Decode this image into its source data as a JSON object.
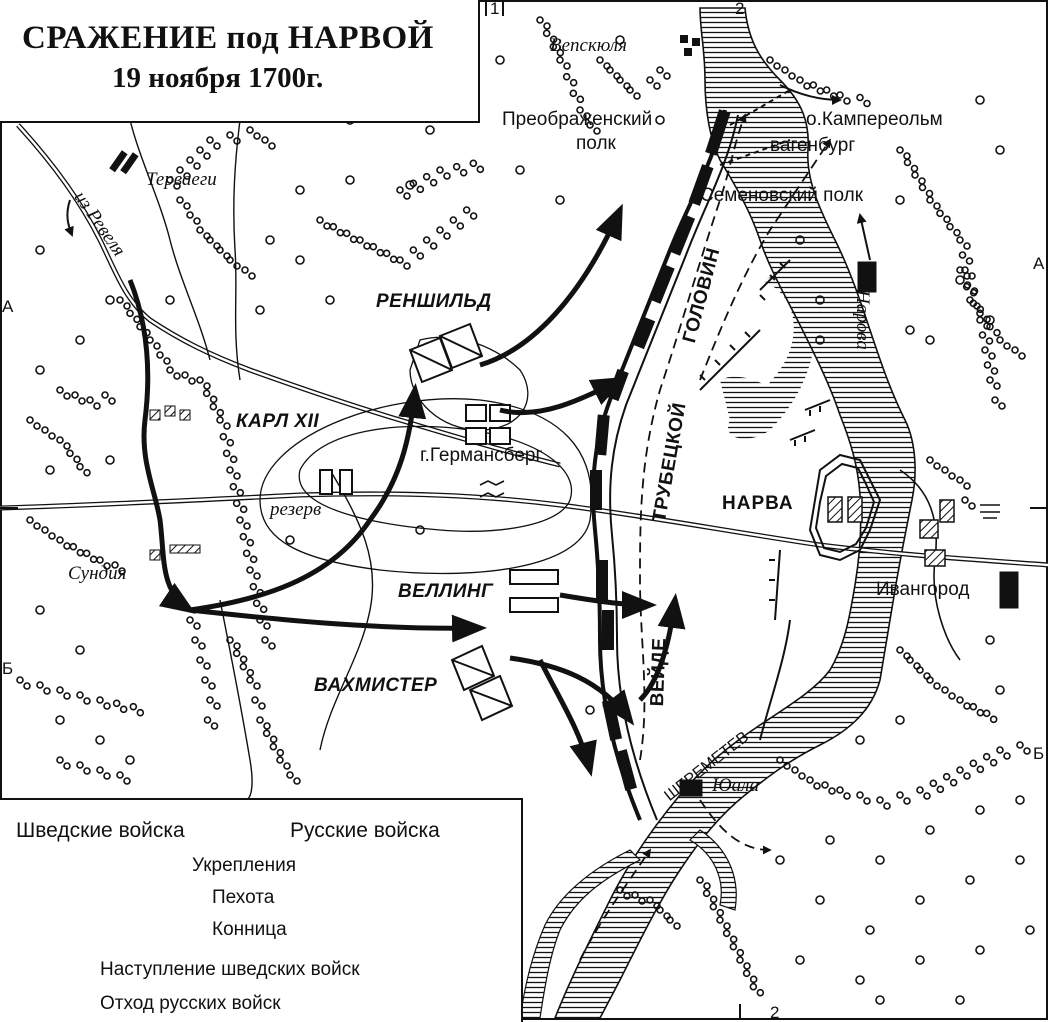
{
  "title": {
    "line1": "СРАЖЕНИЕ под НАРВОЙ",
    "line2": "19 ноября 1700г."
  },
  "grid": {
    "top_numbers": [
      "1",
      "2"
    ],
    "bottom_number": "2",
    "left_letters": [
      "А",
      "Б"
    ],
    "right_letters": [
      "А",
      "Б"
    ]
  },
  "places": {
    "vepskyulya": "Вепскюля",
    "tervaegi": "Терваеги",
    "iz_revelya": "из Ревеля",
    "sundiya": "Сундия",
    "kampereolm": "о.Кампереольм",
    "vagenburg": "вагенбург",
    "germansberg": "г.Германсберг",
    "narva_city": "НАРВА",
    "ivangorod": "Ивангород",
    "yuala": "Юала",
    "narova": "Нарова",
    "rezerv": "резерв"
  },
  "swedish_units": {
    "renshild": "РЕНШИЛЬД",
    "karl": "КАРЛ XII",
    "velling": "ВЕЛЛИНГ",
    "vakhmister": "ВАХМИСТЕР"
  },
  "russian_units": {
    "preobrazhensky": "Преображенский",
    "preobrazhensky2": "полк",
    "semenovsky": "Семеновский полк",
    "golovin": "ГОЛОВИН",
    "trubetskoy": "ТРУБЕЦКОЙ",
    "veide": "ВЕЙДЕ",
    "sheremetev": "ШЕРЕМЕТЕВ"
  },
  "legend": {
    "swedish_header": "Шведские войска",
    "russian_header": "Русские войска",
    "fortifications": "Укрепления",
    "infantry": "Пехота",
    "cavalry": "Конница",
    "advance": "Наступление  шведских войск",
    "retreat": "Отход  русских войск"
  }
}
